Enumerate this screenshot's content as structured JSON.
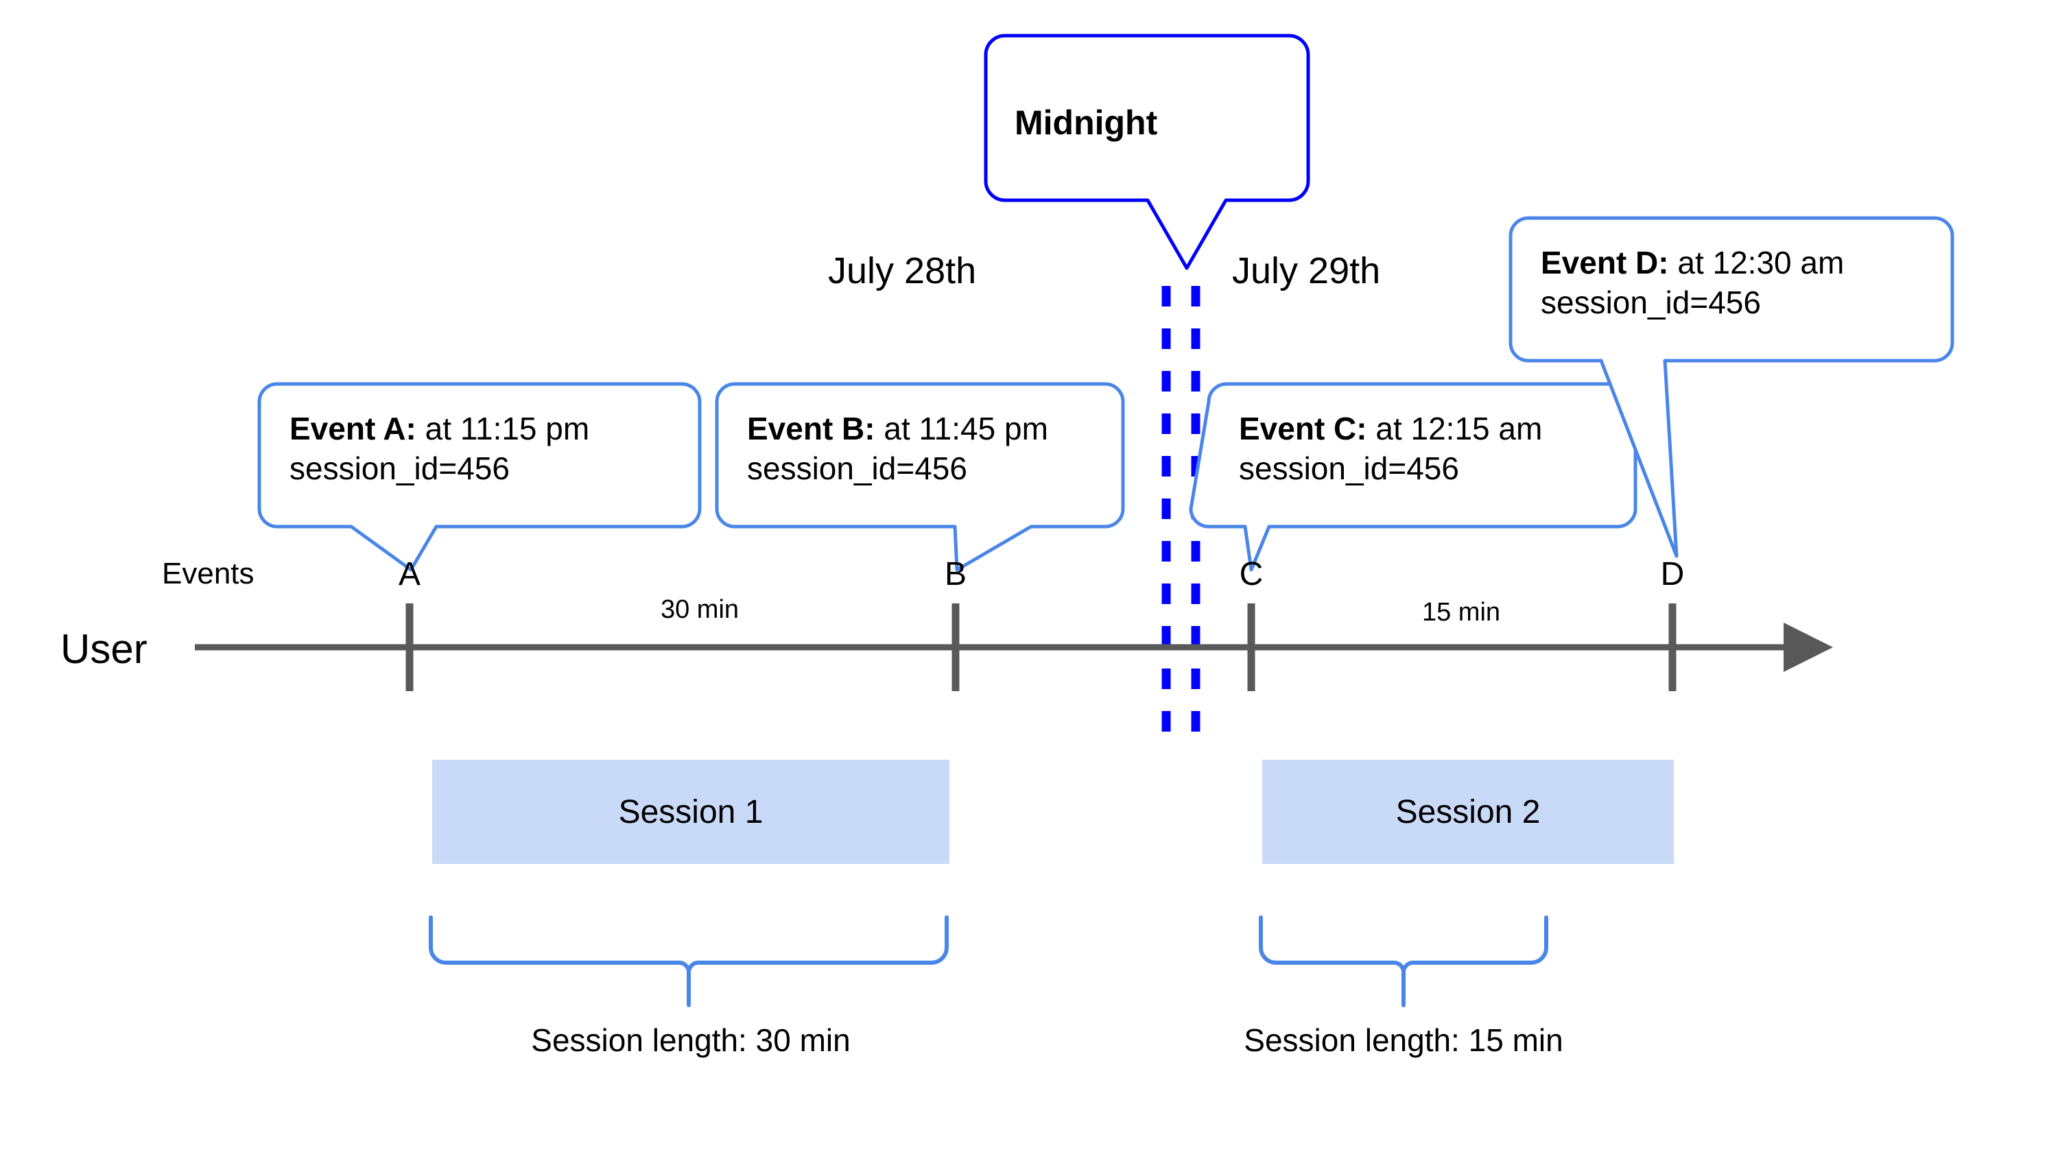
{
  "diagram": {
    "title_callout": {
      "label": "Midnight"
    },
    "day_labels": [
      {
        "name": "day-label-july-28",
        "text": "July 28th"
      },
      {
        "name": "day-label-july-29",
        "text": "July 29th"
      }
    ],
    "axis": {
      "row_label": "User",
      "events_row_label": "Events"
    },
    "events": [
      {
        "id": "A",
        "marker": "A",
        "title": "Event A:",
        "detail": " at 11:15 pm",
        "line2": "session_id=456"
      },
      {
        "id": "B",
        "marker": "B",
        "title": "Event B:",
        "detail": " at 11:45 pm",
        "line2": "session_id=456"
      },
      {
        "id": "C",
        "marker": "C",
        "title": "Event C:",
        "detail": " at 12:15 am",
        "line2": "session_id=456"
      },
      {
        "id": "D",
        "marker": "D",
        "title": "Event D:",
        "detail": " at 12:30 am",
        "line2": "session_id=456"
      }
    ],
    "gaps": [
      {
        "name": "gap-a-to-b",
        "text": "30 min"
      },
      {
        "name": "gap-c-to-d",
        "text": "15 min"
      }
    ],
    "sessions": [
      {
        "name": "session-1",
        "label": "Session 1",
        "length_label": "Session length: 30 min"
      },
      {
        "name": "session-2",
        "label": "Session 2",
        "length_label": "Session length: 15 min"
      }
    ],
    "colors": {
      "callout_border": "#4a86e8",
      "midnight_border": "#0000ff",
      "midnight_dashes": "#0000ff",
      "session_fill": "#c9daf8",
      "axis": "#595959",
      "brace": "#4a86e8"
    }
  }
}
